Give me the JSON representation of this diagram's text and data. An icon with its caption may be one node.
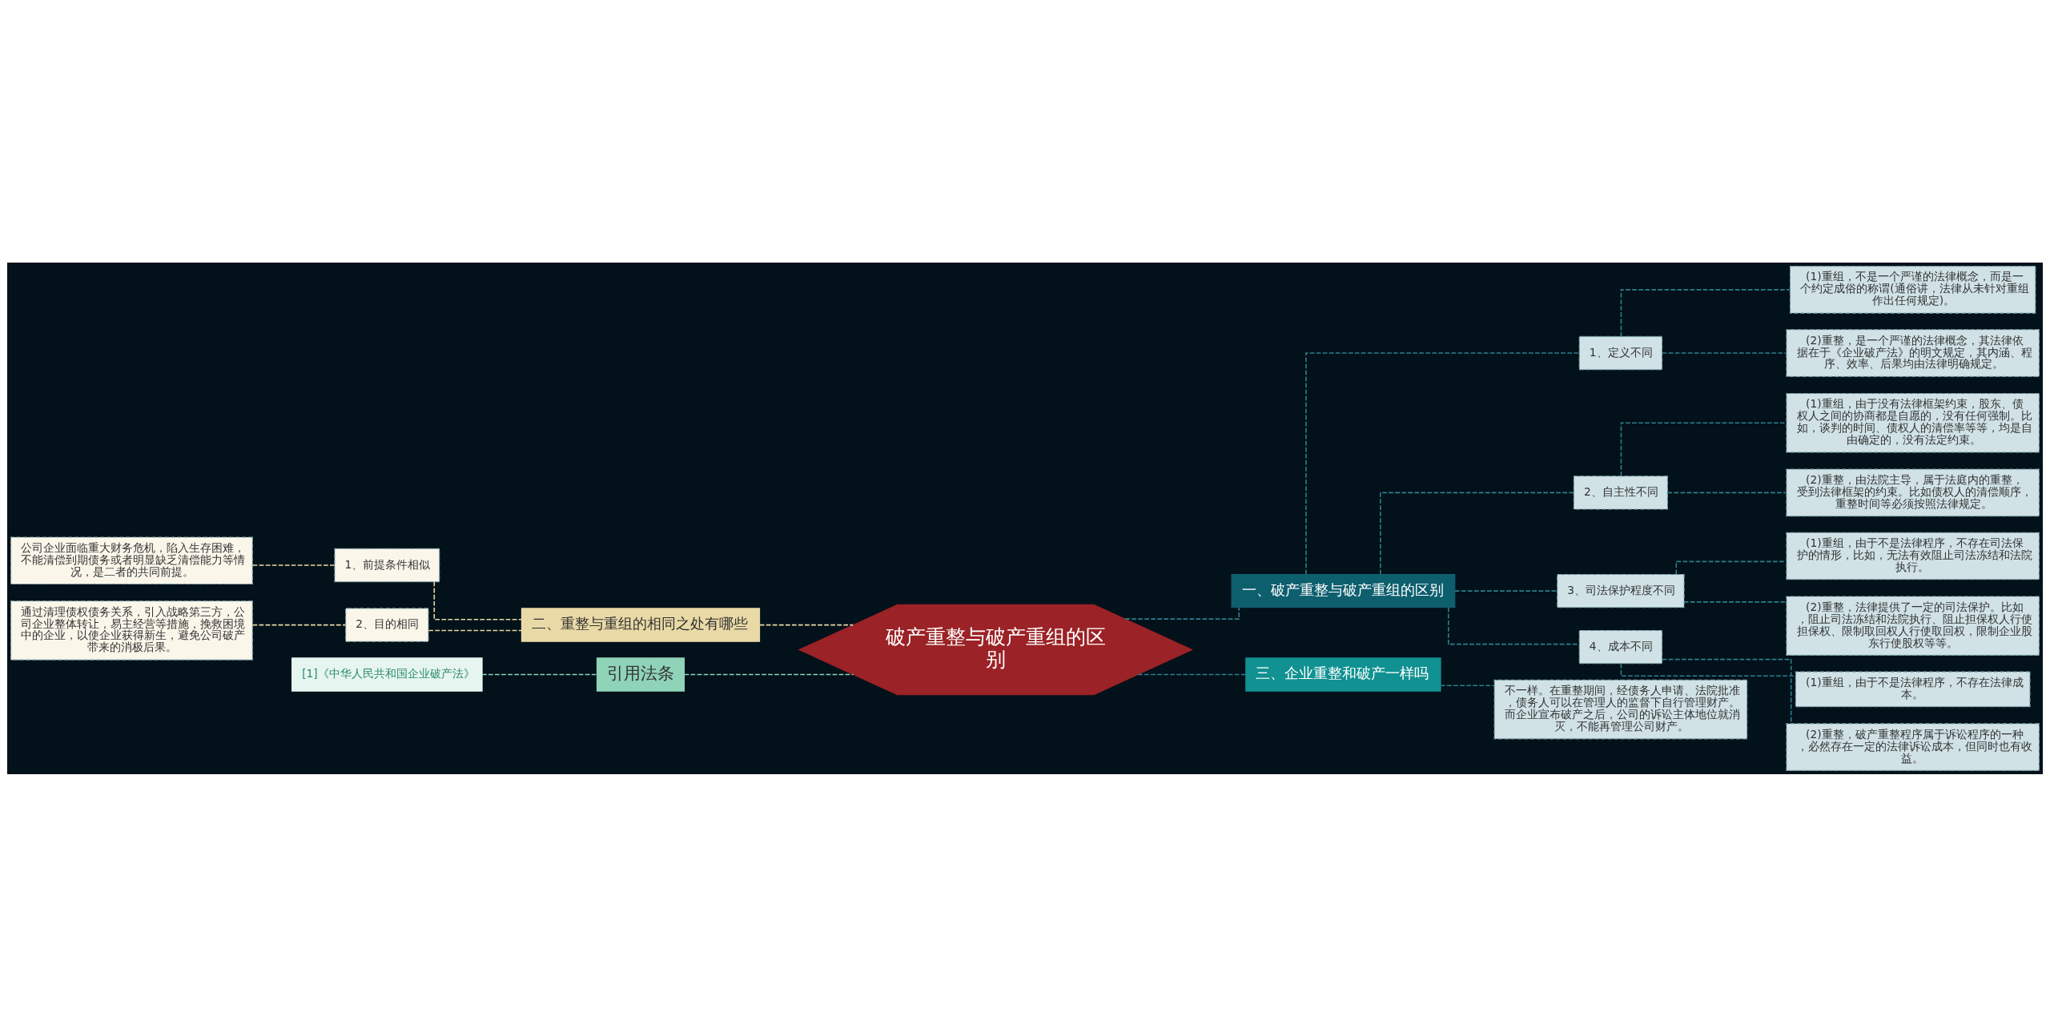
{
  "diagram": {
    "nodes": [
      {
        "text": [
          "破产重整与破产重组的区别"
        ]
      },
      {
        "text": [
          "一、破产重整与破产重组的区别"
        ]
      },
      {
        "text": [
          "1、定义不同"
        ]
      },
      {
        "text": [
          "(1)重组，不是一个严谨的法律概念，而是一个约定成俗的称谓(通俗讲，法律从未针对重组作出任何规定)。"
        ]
      },
      {
        "text": [
          "(2)重整，是一个严谨的法律概念，其法律依据在于《企业破产法》的明文规定，其内涵、程序、效率、后果均由法律明确规定。"
        ]
      },
      {
        "text": [
          "2、自主性不同"
        ]
      },
      {
        "text": [
          "(1)重组，由于没有法律框架约束，股东、债权人之间的协商都是自愿的，没有任何强制。比如，谈判的时间、债权人的清偿率等等，均是自由确定的，没有法定约束。"
        ]
      },
      {
        "text": [
          "(2)重整，由法院主导，属于法庭内的重整，受到法律框架的约束。比如债权人的清偿顺序，重整时间等必须按照法律规定。"
        ]
      },
      {
        "text": [
          "3、司法保护程度不同"
        ]
      },
      {
        "text": [
          "(1)重组，由于不是法律程序，不存在司法保护的情形，比如，无法有效阻止司法冻结和法院执行。"
        ]
      },
      {
        "text": [
          "(2)重整，法律提供了一定的司法保护。比如，阻止司法冻结和法院执行、阻止担保权人行使担保权、限制取回权人行使取回权，限制企业股东行使股权等等。"
        ]
      },
      {
        "text": [
          "4、成本不同"
        ]
      },
      {
        "text": [
          "(1)重组，由于不是法律程序，不存在法律成本。"
        ]
      },
      {
        "text": [
          "(2)重整，破产重整程序属于诉讼程序的一种，必然存在一定的法律诉讼成本，但同时也有收益。"
        ]
      },
      {
        "text": [
          "三、企业重整和破产一样吗"
        ]
      },
      {
        "text": [
          "不一样。在重整期间，经债务人申请、法院批准，债务人可以在管理人的监督下自行管理财产。而企业宣布破产之后，公司的诉讼主体地位就消灭，不能再管理公司财产。"
        ]
      },
      {
        "text": [
          "二、重整与重组的相同之处有哪些"
        ]
      },
      {
        "text": [
          "1、前提条件相似"
        ]
      },
      {
        "text": [
          "公司企业面临重大财务危机，陷入生存困难，不能清偿到期债务或者明显缺乏清偿能力等情况，是二者的共同前提。"
        ]
      },
      {
        "text": [
          "2、目的相同"
        ]
      },
      {
        "text": [
          "通过清理债权债务关系，引入战略第三方，公司企业整体转让，易主经营等措施，挽救困境中的企业，以使企业获得新生，避免公司破产带来的消极后果。"
        ]
      },
      {
        "text": [
          "引用法条"
        ]
      },
      {
        "text": [
          "[1]《中华人民共和国企业破产法》"
        ]
      }
    ],
    "edges": [
      {
        "from": 0,
        "to": 1,
        "arrow": "none"
      },
      {
        "from": 1,
        "to": 2,
        "arrow": "none"
      },
      {
        "from": 2,
        "to": 3,
        "arrow": "none"
      },
      {
        "from": 2,
        "to": 4,
        "arrow": "none"
      },
      {
        "from": 1,
        "to": 5,
        "arrow": "none"
      },
      {
        "from": 5,
        "to": 6,
        "arrow": "none"
      },
      {
        "from": 5,
        "to": 7,
        "arrow": "none"
      },
      {
        "from": 1,
        "to": 8,
        "arrow": "none"
      },
      {
        "from": 8,
        "to": 9,
        "arrow": "none"
      },
      {
        "from": 8,
        "to": 10,
        "arrow": "none"
      },
      {
        "from": 1,
        "to": 11,
        "arrow": "none"
      },
      {
        "from": 11,
        "to": 12,
        "arrow": "none"
      },
      {
        "from": 11,
        "to": 13,
        "arrow": "none"
      },
      {
        "from": 0,
        "to": 14,
        "arrow": "none"
      },
      {
        "from": 14,
        "to": 15,
        "arrow": "none"
      },
      {
        "from": 0,
        "to": 16,
        "arrow": "none",
        "color": "#e9d9a6"
      },
      {
        "from": 16,
        "to": 17,
        "arrow": "none",
        "color": "#e9d9a6"
      },
      {
        "from": 17,
        "to": 18,
        "arrow": "none",
        "color": "#e9d9a6"
      },
      {
        "from": 16,
        "to": 19,
        "arrow": "none",
        "color": "#e9d9a6"
      },
      {
        "from": 19,
        "to": 20,
        "arrow": "none",
        "color": "#e9d9a6"
      },
      {
        "from": 0,
        "to": 21,
        "arrow": "none",
        "color": "#8fd3b8"
      },
      {
        "from": 21,
        "to": 22,
        "arrow": "none",
        "color": "#8fd3b8"
      }
    ]
  }
}
